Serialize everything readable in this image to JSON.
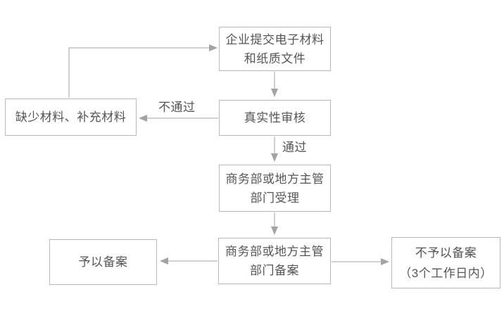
{
  "colors": {
    "border": "#b9b9b9",
    "arrow": "#a3a3a3",
    "text": "#555555",
    "background": "#ffffff"
  },
  "nodes": {
    "submit": {
      "lines": [
        "企业提交电子材料",
        "和纸质文件"
      ]
    },
    "review": {
      "lines": [
        "真实性审核"
      ]
    },
    "missing": {
      "lines": [
        "缺少材料、补充材料"
      ]
    },
    "accept": {
      "lines": [
        "商务部或地方主管",
        "部门受理"
      ]
    },
    "filing": {
      "lines": [
        "商务部或地方主管",
        "部门备案"
      ]
    },
    "granted": {
      "lines": [
        "予以备案"
      ]
    },
    "denied": {
      "lines": [
        "不予以备案",
        "（3个工作日内）"
      ]
    }
  },
  "edge_labels": {
    "pass": "通过",
    "fail": "不通过"
  }
}
